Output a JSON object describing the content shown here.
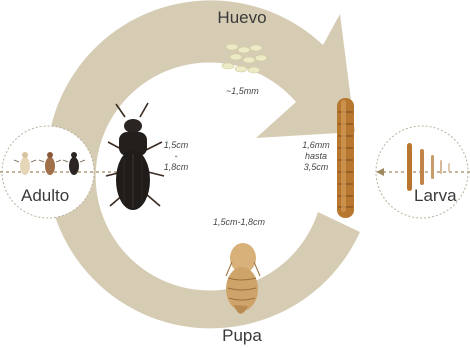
{
  "stages": {
    "egg": {
      "name": "Huevo",
      "size": "~1,5mm"
    },
    "larva": {
      "name": "Larva",
      "size_lines": [
        "1,6mm",
        "hasta",
        "3,5cm"
      ]
    },
    "pupa": {
      "name": "Pupa",
      "size": "1,5cm-1,8cm"
    },
    "adult": {
      "name": "Adulto",
      "size_lines": [
        "1,5cm",
        "-",
        "1,8cm"
      ]
    }
  },
  "colors": {
    "cycle_arrow": "#d6ccb4",
    "inset_border": "#b9b29c",
    "adult_beetle": "#1f1c1a",
    "larva_body": "#b7772e",
    "pupa_body": "#cfa46b",
    "egg": "#ecebc6"
  },
  "icons": [
    "cycle-arrow",
    "egg-cluster",
    "larva-illustration",
    "pupa-illustration",
    "beetle-illustration"
  ]
}
